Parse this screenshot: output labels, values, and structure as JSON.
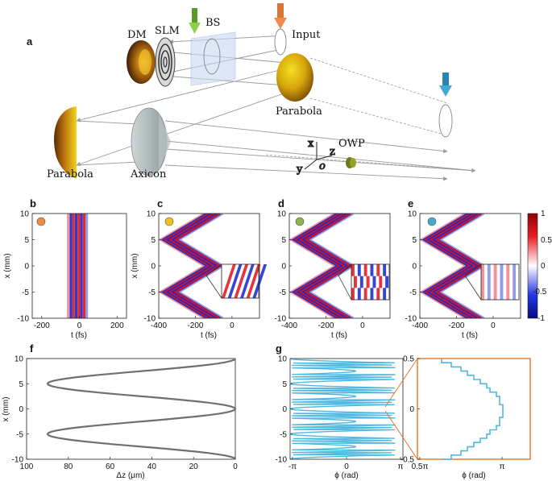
{
  "panel_labels": {
    "a": "a",
    "b": "b",
    "c": "c",
    "d": "d",
    "e": "e",
    "f": "f",
    "g": "g"
  },
  "setup_labels": {
    "dm": "DM",
    "slm": "SLM",
    "bs": "BS",
    "input": "Input",
    "parabola_top": "Parabola",
    "parabola_left": "Parabola",
    "axicon": "Axicon",
    "owp": "OWP",
    "axis_x": "x",
    "axis_y": "y",
    "axis_z": "z",
    "origin": "o"
  },
  "colors": {
    "orange": "#f0894a",
    "yellow": "#f2c316",
    "green": "#8db44a",
    "cyan": "#46a9cf",
    "field_red": "#e0101a",
    "field_blue": "#1426c8",
    "curve_gray": "#707070",
    "phase_cyan": "#4fb8e0"
  },
  "chart_data": [
    {
      "id": "b",
      "type": "heatmap",
      "xlabel": "t (fs)",
      "ylabel": "x (mm)",
      "xlim": [
        -250,
        250
      ],
      "ylim": [
        -10,
        10
      ],
      "xticks": [
        "-200",
        "0",
        "200"
      ],
      "yticks": [
        "10",
        "5",
        "0",
        "-5",
        "-10"
      ],
      "marker_color": "#f0894a",
      "pulse": {
        "amplitude": 0,
        "t_center": -10,
        "fringes": 8
      }
    },
    {
      "id": "c",
      "type": "heatmap",
      "xlabel": "t (fs)",
      "ylabel": "x (mm)",
      "xlim": [
        -400,
        150
      ],
      "ylim": [
        -10,
        10
      ],
      "xticks": [
        "-400",
        "-200",
        "0"
      ],
      "yticks": [
        "10",
        "5",
        "0",
        "-5",
        "-10"
      ],
      "marker_color": "#f2c316",
      "pulse": {
        "amplitude": 240,
        "t_center": -100,
        "fringes": 8
      }
    },
    {
      "id": "d",
      "type": "heatmap",
      "xlabel": "t (fs)",
      "ylabel": "",
      "xlim": [
        -400,
        150
      ],
      "ylim": [
        -10,
        10
      ],
      "xticks": [
        "-400",
        "-200",
        "0"
      ],
      "yticks": [
        "10",
        "5",
        "0",
        "-5",
        "-10"
      ],
      "marker_color": "#8db44a",
      "pulse": {
        "amplitude": 240,
        "t_center": -100,
        "fringes": 8
      }
    },
    {
      "id": "e",
      "type": "heatmap",
      "xlabel": "t (fs)",
      "ylabel": "",
      "xlim": [
        -400,
        150
      ],
      "ylim": [
        -10,
        10
      ],
      "xticks": [
        "-400",
        "-200",
        "0"
      ],
      "yticks": [
        "10",
        "5",
        "0",
        "-5",
        "-10"
      ],
      "marker_color": "#46a9cf",
      "colorbar": {
        "ticks": [
          "1",
          "0.5",
          "0",
          "-0.5",
          "-1"
        ],
        "range": [
          -1,
          1
        ]
      },
      "pulse": {
        "amplitude": 240,
        "t_center": -100,
        "fringes": 8
      }
    },
    {
      "id": "f",
      "type": "line",
      "xlabel": "Δz (μm)",
      "ylabel": "x (mm)",
      "xlim": [
        100,
        0
      ],
      "ylim": [
        -10,
        10
      ],
      "xticks": [
        "100",
        "80",
        "60",
        "40",
        "20",
        "0"
      ],
      "yticks": [
        "10",
        "5",
        "0",
        "-5",
        "-10"
      ],
      "series": [
        {
          "x": [
            0,
            90,
            0,
            90,
            0
          ],
          "y": [
            10,
            5,
            0,
            -5,
            -10
          ]
        }
      ]
    },
    {
      "id": "g",
      "type": "line",
      "xlabel": "ϕ (rad)",
      "ylabel": "",
      "xlim": [
        "-π",
        "π"
      ],
      "ylim": [
        -10,
        10
      ],
      "xticks": [
        "-π",
        "0",
        "π"
      ],
      "yticks": [
        "10",
        "5",
        "0",
        "-5",
        "-10"
      ]
    },
    {
      "id": "g_zoom",
      "type": "line",
      "xlabel": "ϕ (rad)",
      "ylabel": "",
      "xlim": [
        "0.5π",
        "π"
      ],
      "ylim": [
        -0.5,
        0.5
      ],
      "xticks": [
        "0.5π",
        "π"
      ],
      "yticks": [
        "0.5",
        "0",
        "-0.5"
      ]
    }
  ]
}
